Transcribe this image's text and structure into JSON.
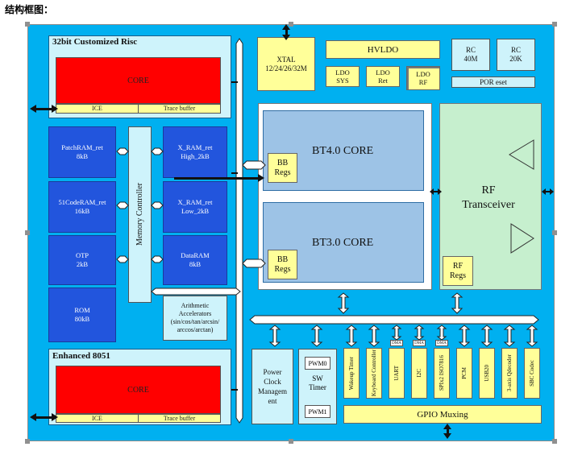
{
  "heading": "结构框图：",
  "risc": {
    "title": "32bit Customized Risc",
    "core": "CORE",
    "ice": "ICE",
    "trace": "Trace buffer"
  },
  "mem": {
    "patchram": "PatchRAM_ret\n8kB",
    "code51": "51CodeRAM_ret\n16kB",
    "otp": "OTP\n2kB",
    "rom": "ROM\n80kB",
    "xram_high": "X_RAM_ret\nHigh_2kB",
    "xram_low": "X_RAM_ret\nLow_2kB",
    "dataram": "DataRAM\n8kB",
    "controller": "Memory Controller"
  },
  "arith": "Arithmetic\nAccelerators\n(sin/cos/tan/arcsin/\narccos/arctan)",
  "e8051": {
    "title": "Enhanced 8051",
    "core": "CORE",
    "ice": "ICE",
    "trace": "Trace buffer"
  },
  "xtal": "XTAL\n12/24/26/32M",
  "hvldo": "HVLDO",
  "ldo_sys": "LDO\nSYS",
  "ldo_ret": "LDO\nRet",
  "ldo_rf": "LDO\nRF",
  "rc40": "RC\n40M",
  "rc20": "RC\n20K",
  "poreset": "POR eset",
  "bt4": {
    "title": "BT4.0 CORE",
    "regs": "BB\nRegs"
  },
  "bt3": {
    "title": "BT3.0 CORE",
    "regs": "BB\nRegs"
  },
  "rf": {
    "title": "RF\nTransceiver",
    "regs": "RF\nRegs"
  },
  "power": "Power\nClock\nManagem\nent",
  "timer": {
    "pwm0": "PWM0",
    "label": "SW\nTimer",
    "pwm1": "PWM1"
  },
  "periphs": [
    "Wakeup Timer",
    "Keyboard Controller",
    "UART",
    "I2C",
    "SPIx2 ISO7816",
    "PCM",
    "USB20",
    "3-axis Qdecoder",
    "SBC Codec"
  ],
  "dma": "DMA",
  "gpio": "GPIO Muxing"
}
